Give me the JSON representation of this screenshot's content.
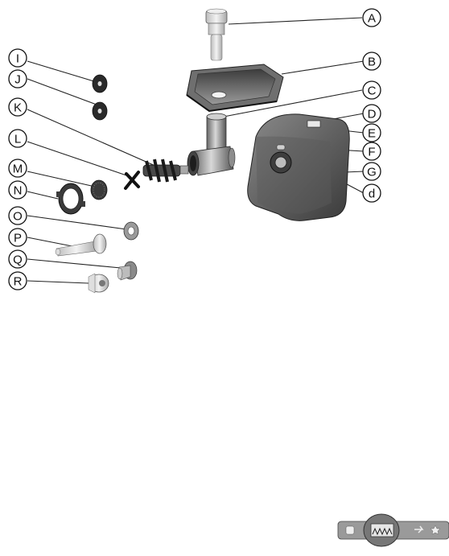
{
  "diagram": {
    "callouts": [
      "A",
      "B",
      "C",
      "D",
      "E",
      "F",
      "G",
      "d",
      "I",
      "J",
      "K",
      "L",
      "M",
      "N",
      "O",
      "P",
      "Q",
      "R"
    ]
  },
  "icons": {
    "hopper_pusher": "food-pusher-icon",
    "tray": "feeding-tray-icon",
    "head": "grinder-head-icon",
    "motor": "motor-housing-icon",
    "screw": "auger-screw-icon",
    "blade": "cross-blade-icon",
    "plates": "cutting-plate-icon",
    "ring": "locking-ring-icon",
    "sausage": "sausage-nozzle-icon",
    "kebbe": "kebbe-attachment-icon",
    "accessory": "cookie-attachment-icon"
  }
}
